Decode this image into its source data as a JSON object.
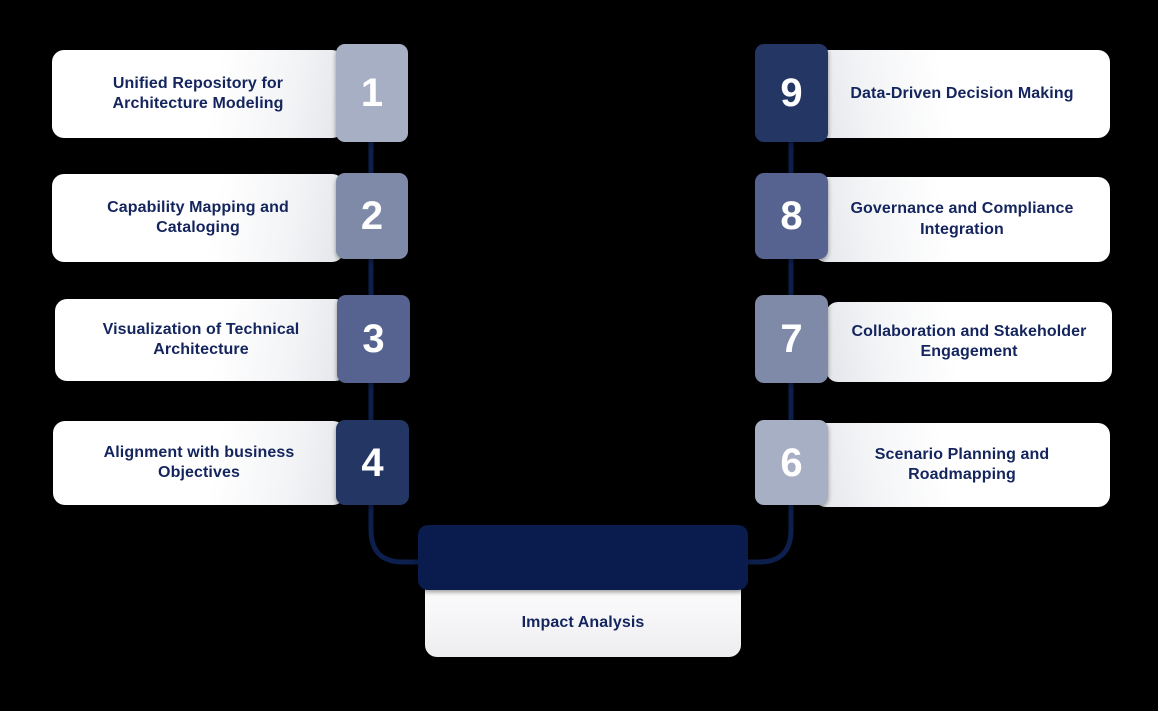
{
  "diagram": {
    "type": "numbered-process-flow",
    "background_color": "#000000",
    "connector_color": "#0c1f4d",
    "label_text_color": "#14255e",
    "badge_number_color": "#ffffff",
    "left_column": [
      {
        "number": "1",
        "label": "Unified Repository for Architecture Modeling",
        "badge_color": "#a7afc4"
      },
      {
        "number": "2",
        "label": "Capability Mapping and Cataloging",
        "badge_color": "#7e8aa7"
      },
      {
        "number": "3",
        "label": "Visualization of Technical Architecture",
        "badge_color": "#566390"
      },
      {
        "number": "4",
        "label": "Alignment with business Objectives",
        "badge_color": "#243764"
      }
    ],
    "right_column": [
      {
        "number": "9",
        "label": "Data-Driven Decision Making",
        "badge_color": "#243764"
      },
      {
        "number": "8",
        "label": "Governance and Compliance Integration",
        "badge_color": "#566390"
      },
      {
        "number": "7",
        "label": "Collaboration and Stakeholder Engagement",
        "badge_color": "#7e8aa7"
      },
      {
        "number": "6",
        "label": "Scenario Planning and Roadmapping",
        "badge_color": "#a7afc4"
      }
    ],
    "terminal": {
      "label": "Impact Analysis",
      "header_color": "#0a1c4e"
    }
  }
}
